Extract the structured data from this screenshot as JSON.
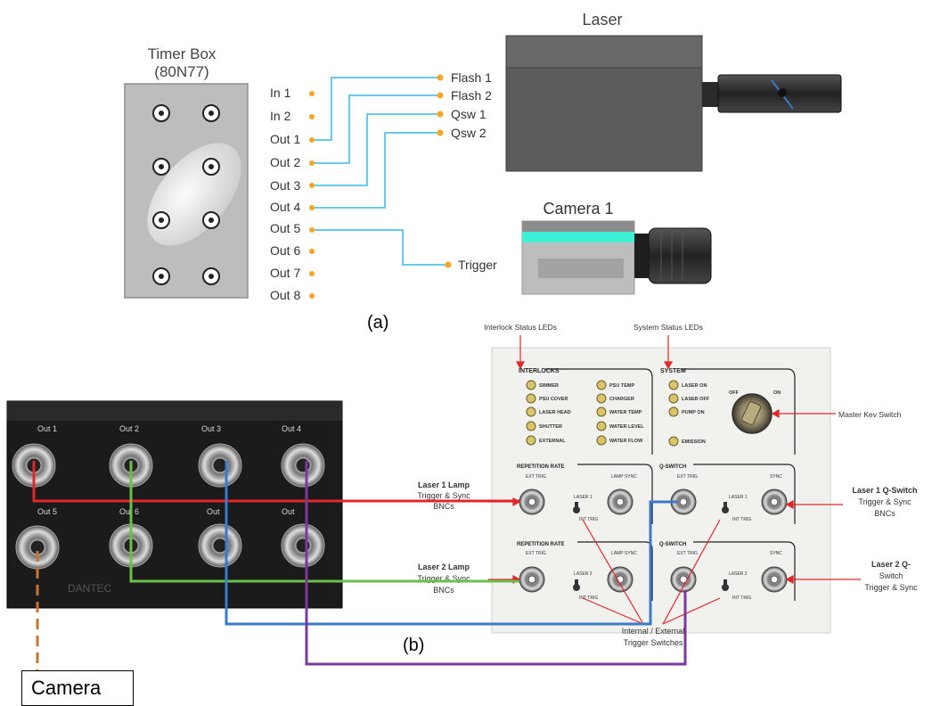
{
  "panel_a": {
    "timer_box_title": "Timer Box",
    "timer_box_model": "(80N77)",
    "ports": [
      "In 1",
      "In 2",
      "Out 1",
      "Out 2",
      "Out 3",
      "Out 4",
      "Out 5",
      "Out 6",
      "Out 7",
      "Out 8"
    ],
    "laser_label": "Laser",
    "laser_inputs": [
      "Flash 1",
      "Flash 2",
      "Qsw 1",
      "Qsw 2"
    ],
    "camera_label": "Camera 1",
    "camera_input": "Trigger",
    "caption": "(a)"
  },
  "panel_b": {
    "caption": "(b)",
    "bnc_labels": [
      "Out 1",
      "Out 2",
      "Out 3",
      "Out 4",
      "Out 5",
      "Out 6",
      "Out",
      "Out"
    ],
    "bnc_brand": "DANTEC",
    "callouts": {
      "interlock_leds": "Interlock Status LEDs",
      "system_leds": "System Status LEDs",
      "master_key": "Master Kev Switch",
      "laser1_lamp_1": "Laser 1 Lamp",
      "laser1_lamp_2": "Trigger & Sync",
      "laser1_lamp_3": "BNCs",
      "laser2_lamp_1": "Laser 2 Lamp",
      "laser2_lamp_2": "Trigger & Sync",
      "laser2_lamp_3": "BNCs",
      "laser1_qsw_1": "Laser 1 Q-Switch",
      "laser1_qsw_2": "Trigger & Sync",
      "laser1_qsw_3": "BNCs",
      "laser2_qsw_1": "Laser 2 Q-",
      "laser2_qsw_2": "Switch",
      "laser2_qsw_3": "Trigger & Sync",
      "trigger_switches_1": "Internal / External",
      "trigger_switches_2": "Trigger Switches"
    },
    "panel_texts": {
      "interlocks": "INTERLOCKS",
      "system": "SYSTEM",
      "interlock_left": [
        "SIMMER",
        "PSU COVER",
        "LASER HEAD",
        "SHUTTER",
        "EXTERNAL"
      ],
      "interlock_right": [
        "PSU TEMP",
        "CHARGER",
        "WATER TEMP",
        "WATER LEVEL",
        "WATER FLOW"
      ],
      "system_items": [
        "LASER ON",
        "LASER OFF",
        "PUMP ON",
        "EMISSION"
      ],
      "key_off": "OFF",
      "key_on": "ON",
      "rep_rate": "REPETITION RATE",
      "q_switch": "Q-SWITCH",
      "ext_trig": "EXT TRIG",
      "lamp_sync": "LAMP SYNC",
      "sync": "SYNC",
      "laser_1": "LASER 1",
      "laser_2": "LASER 2",
      "int_trig": "INT TRIG"
    },
    "camera_box": "Camera"
  },
  "colors": {
    "wire_cyan": "#37b8e6",
    "port_orange": "#f5a623",
    "red": "#e3262b",
    "green": "#6cbf4b",
    "blue": "#3a7bc8",
    "purple": "#7a3a9a",
    "camera_teal": "#3ff0d6"
  }
}
